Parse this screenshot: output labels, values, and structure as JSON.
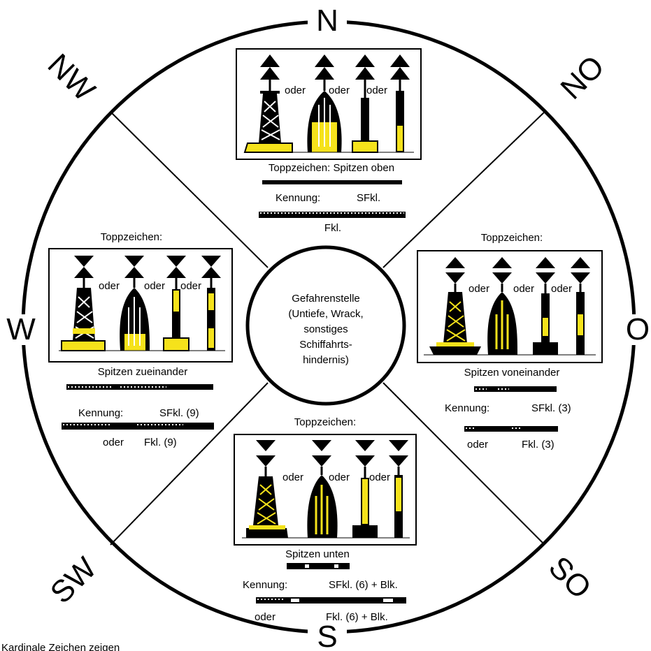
{
  "directions": {
    "n": "N",
    "no": "NO",
    "o": "O",
    "so": "SO",
    "s": "S",
    "sw": "SW",
    "w": "W",
    "nw": "NW"
  },
  "connector": "oder",
  "center": {
    "lines": [
      "Gefahrenstelle",
      "(Untiefe, Wrack,",
      "sonstiges",
      "Schiffahrts-",
      "hindernis)"
    ]
  },
  "north": {
    "topmark": "Toppzeichen: Spitzen oben",
    "kennung_label": "Kennung:",
    "quick": "SFkl.",
    "very_quick": "Fkl."
  },
  "east": {
    "topmark_title": "Toppzeichen:",
    "topmark": "Spitzen voneinander",
    "kennung_label": "Kennung:",
    "quick": "SFkl. (3)",
    "oder": "oder",
    "very_quick": "Fkl. (3)"
  },
  "south": {
    "topmark_title": "Toppzeichen:",
    "topmark": "Spitzen unten",
    "kennung_label": "Kennung:",
    "quick": "SFkl. (6) + Blk.",
    "oder": "oder",
    "very_quick": "Fkl. (6) + Blk."
  },
  "west": {
    "topmark_title": "Toppzeichen:",
    "topmark": "Spitzen zueinander",
    "kennung_label": "Kennung:",
    "quick": "SFkl. (9)",
    "oder": "oder",
    "very_quick": "Fkl. (9)"
  },
  "footer": "Kardinale Zeichen zeigen",
  "colors": {
    "yellow": "#f5e21b",
    "black": "#000000",
    "background": "#ffffff"
  }
}
